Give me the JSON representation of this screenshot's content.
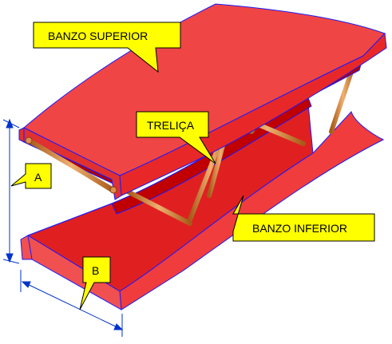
{
  "labels": {
    "banzo_superior": "BANZO SUPERIOR",
    "trelica": "TRELIÇA",
    "banzo_inferior": "BANZO INFERIOR",
    "dim_a": "A",
    "dim_b": "B"
  },
  "colors": {
    "chord_red": "#f03c3c",
    "chord_dark": "#d00000",
    "outline_blue": "#1a1aff",
    "truss_orange": "#d98b3a",
    "callout_yellow": "#ffff00",
    "dimension_blue": "#0033cc"
  }
}
